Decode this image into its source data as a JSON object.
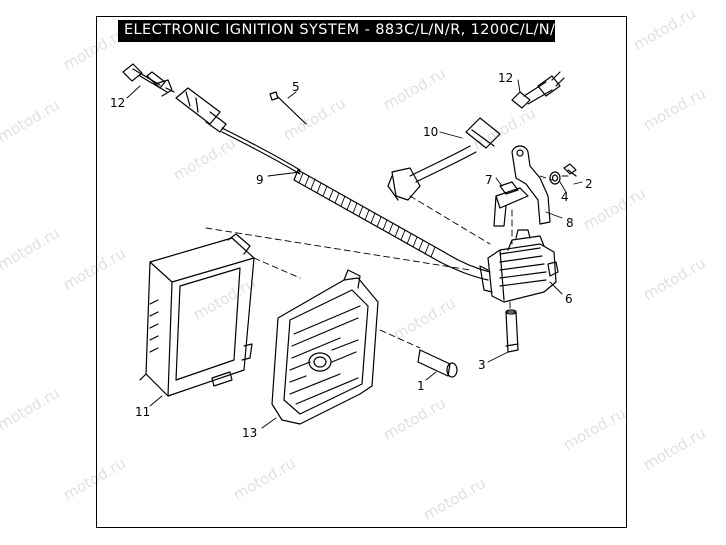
{
  "title": "ELECTRONIC IGNITION SYSTEM - 883C/L/N/R, 1200C/L/N/",
  "watermark": "motod.ru",
  "callouts": [
    {
      "id": "c1",
      "label": "1"
    },
    {
      "id": "c2",
      "label": "2"
    },
    {
      "id": "c3",
      "label": "3"
    },
    {
      "id": "c4",
      "label": "4"
    },
    {
      "id": "c5",
      "label": "5"
    },
    {
      "id": "c6",
      "label": "6"
    },
    {
      "id": "c7",
      "label": "7"
    },
    {
      "id": "c8",
      "label": "8"
    },
    {
      "id": "c9",
      "label": "9"
    },
    {
      "id": "c10",
      "label": "10"
    },
    {
      "id": "c11",
      "label": "11"
    },
    {
      "id": "c12a",
      "label": "12"
    },
    {
      "id": "c12b",
      "label": "12"
    },
    {
      "id": "c13",
      "label": "13"
    }
  ]
}
